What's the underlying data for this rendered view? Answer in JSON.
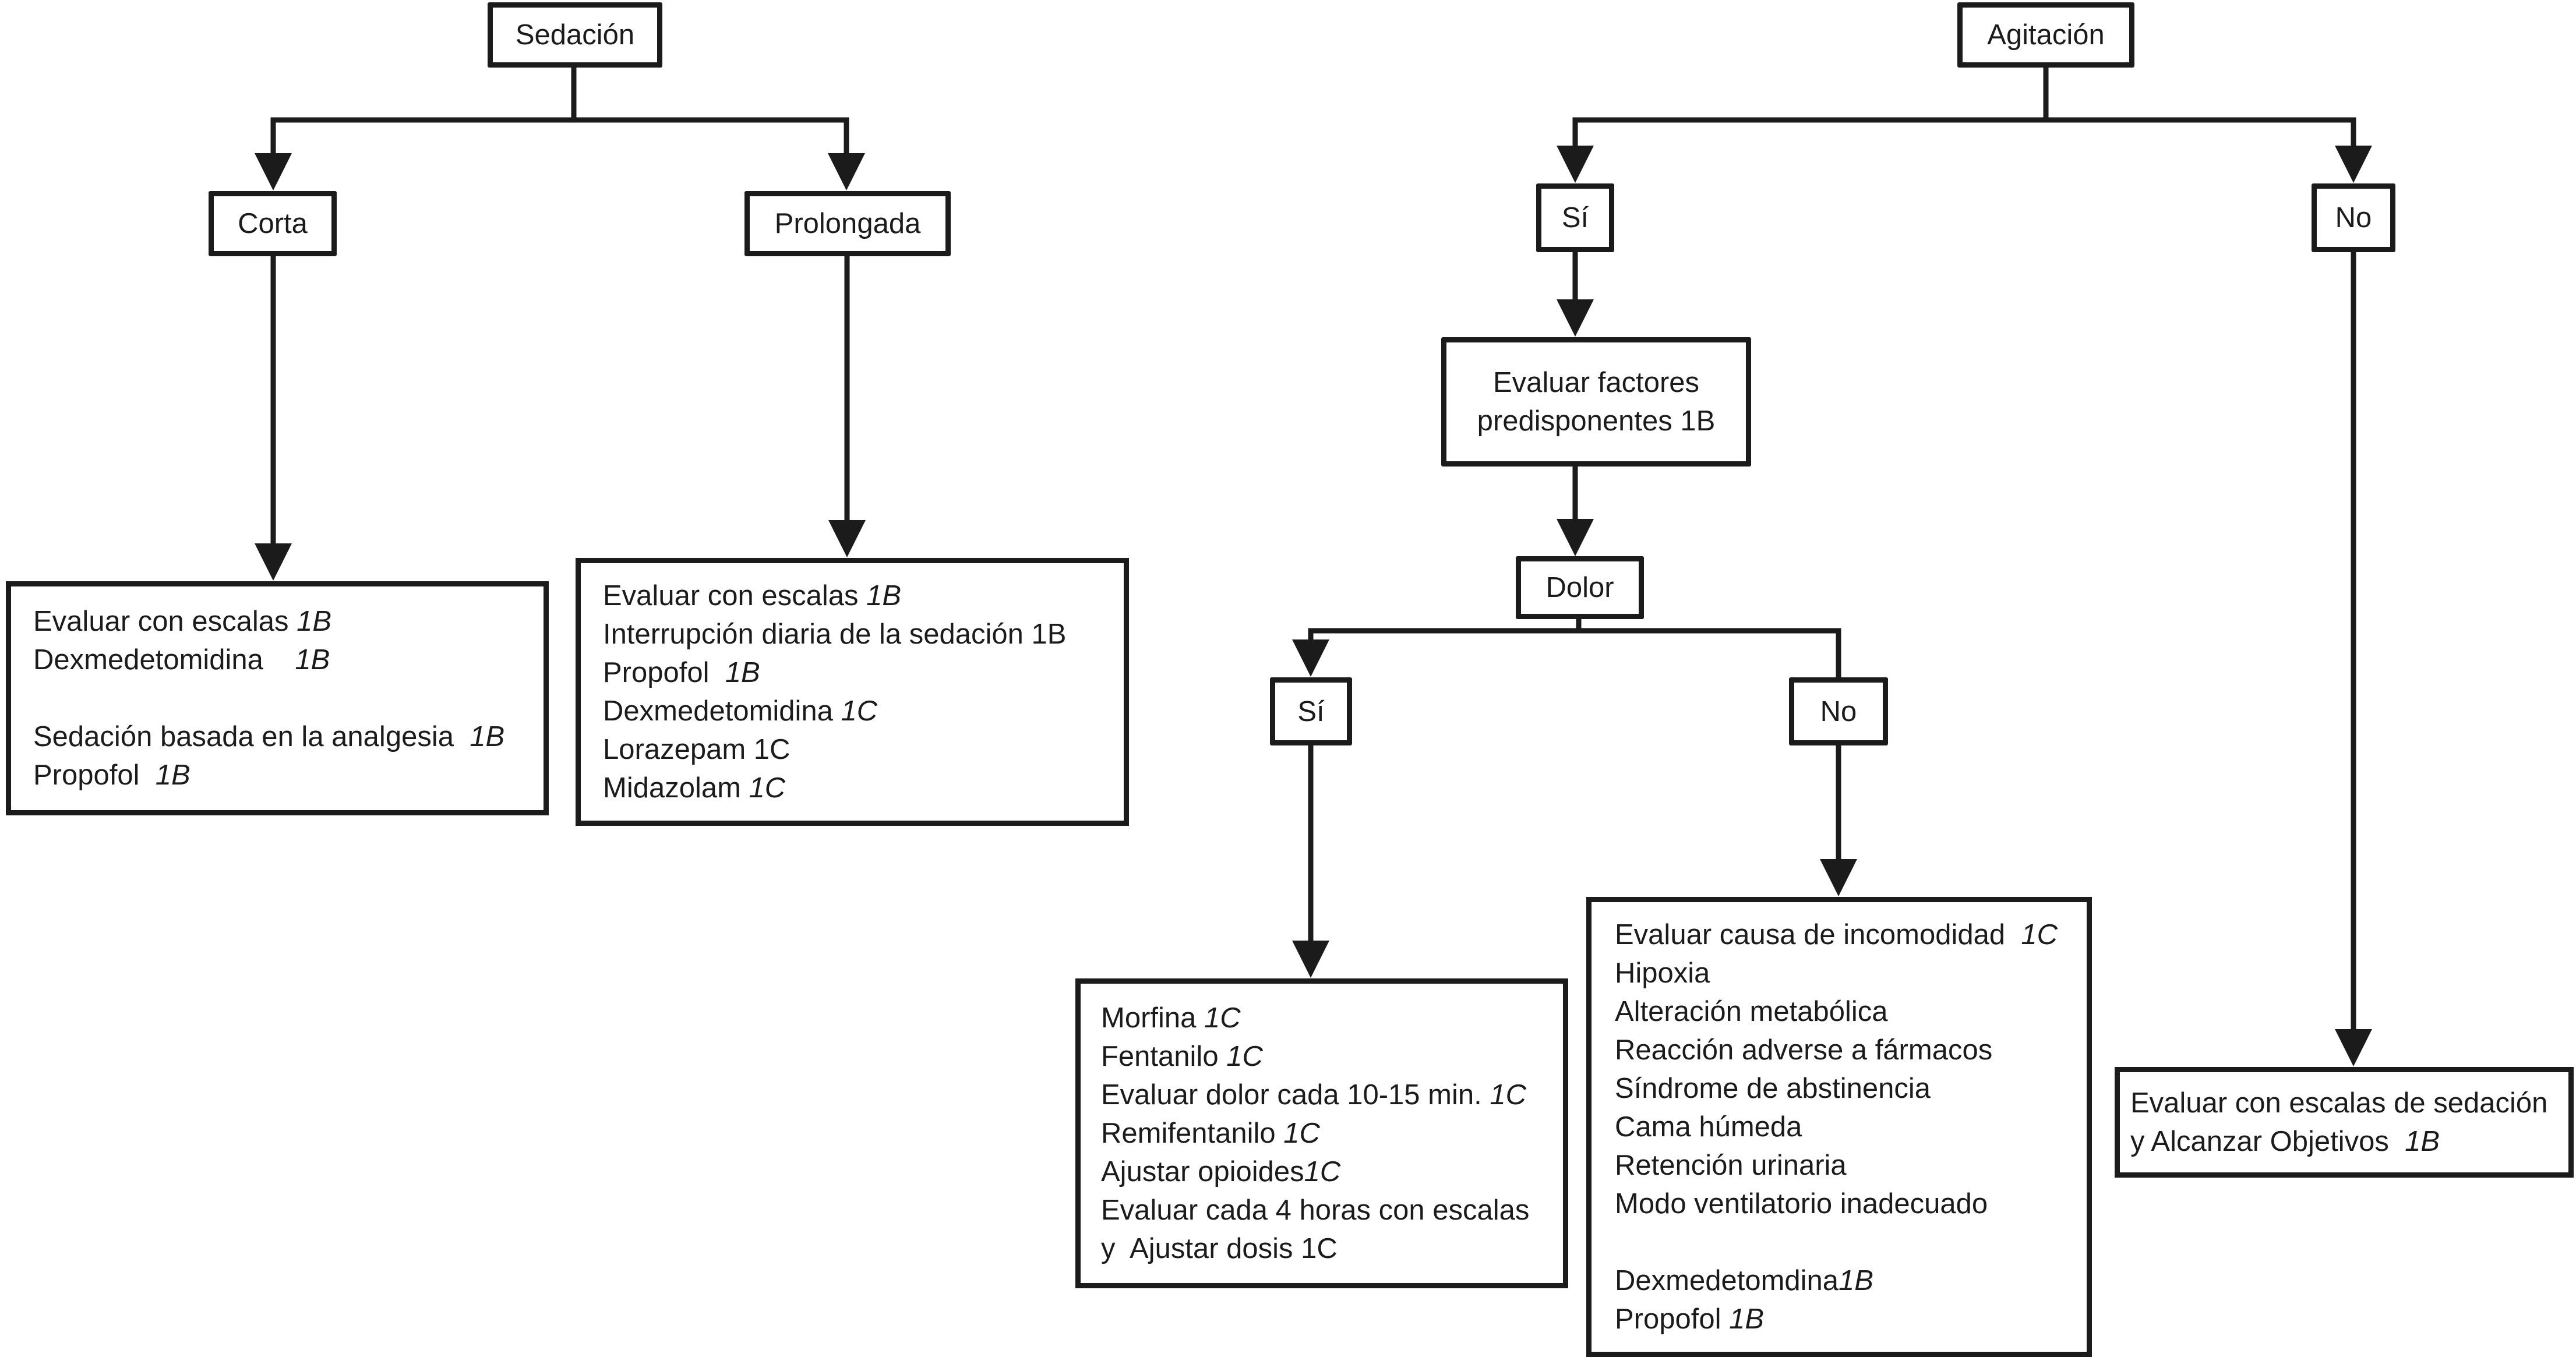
{
  "colors": {
    "stroke": "#1b1b1b",
    "background": "#ffffff"
  },
  "nodes": {
    "sedacion": {
      "label": "Sedación"
    },
    "corta": {
      "label": "Corta"
    },
    "prolongada": {
      "label": "Prolongada"
    },
    "agitacion": {
      "label": "Agitación"
    },
    "si_agitacion": {
      "label": "Sí"
    },
    "no_agitacion": {
      "label": "No"
    },
    "factores": {
      "lines": [
        [
          [
            "Evaluar factores",
            0
          ]
        ],
        [
          [
            "predisponentes 1B",
            0
          ]
        ]
      ]
    },
    "dolor": {
      "label": "Dolor"
    },
    "si_dolor": {
      "label": "Sí"
    },
    "no_dolor": {
      "label": "No"
    }
  },
  "boxes": {
    "corta_outcome": {
      "lines": [
        [
          [
            "Evaluar con escalas ",
            0
          ],
          [
            "1B",
            1
          ]
        ],
        [
          [
            "Dexmedetomidina    ",
            0
          ],
          [
            "1B",
            1
          ]
        ],
        [],
        [
          [
            "Sedación basada en la analgesia  ",
            0
          ],
          [
            "1B",
            1
          ]
        ],
        [
          [
            "Propofol  ",
            0
          ],
          [
            "1B",
            1
          ]
        ]
      ]
    },
    "prolongada_outcome": {
      "lines": [
        [
          [
            "Evaluar con escalas ",
            0
          ],
          [
            "1B",
            1
          ]
        ],
        [
          [
            "Interrupción diaria de la sedación 1B",
            0
          ]
        ],
        [
          [
            "Propofol  ",
            0
          ],
          [
            "1B",
            1
          ]
        ],
        [
          [
            "Dexmedetomidina ",
            0
          ],
          [
            "1C",
            1
          ]
        ],
        [
          [
            "Lorazepam 1C",
            0
          ]
        ],
        [
          [
            "Midazolam ",
            0
          ],
          [
            "1C",
            1
          ]
        ]
      ]
    },
    "dolor_si_outcome": {
      "lines": [
        [
          [
            "Morfina ",
            0
          ],
          [
            "1C",
            1
          ]
        ],
        [
          [
            "Fentanilo ",
            0
          ],
          [
            "1C",
            1
          ]
        ],
        [
          [
            "Evaluar dolor cada 10-15 min. ",
            0
          ],
          [
            "1C",
            1
          ]
        ],
        [
          [
            "Remifentanilo ",
            0
          ],
          [
            "1C",
            1
          ]
        ],
        [
          [
            "Ajustar opioides",
            0
          ],
          [
            "1C",
            1
          ]
        ],
        [
          [
            "Evaluar cada 4 horas con escalas",
            0
          ]
        ],
        [
          [
            "y  Ajustar dosis 1C",
            0
          ]
        ]
      ]
    },
    "dolor_no_outcome": {
      "lines": [
        [
          [
            "Evaluar causa de incomodidad  ",
            0
          ],
          [
            "1C",
            1
          ]
        ],
        [
          [
            "Hipoxia",
            0
          ]
        ],
        [
          [
            "Alteración metabólica",
            0
          ]
        ],
        [
          [
            "Reacción adverse a fármacos",
            0
          ]
        ],
        [
          [
            "Síndrome de abstinencia",
            0
          ]
        ],
        [
          [
            "Cama húmeda",
            0
          ]
        ],
        [
          [
            "Retención urinaria",
            0
          ]
        ],
        [
          [
            "Modo ventilatorio inadecuado",
            0
          ]
        ],
        [],
        [
          [
            "Dexmedetomdina",
            0
          ],
          [
            "1B",
            1
          ]
        ],
        [
          [
            "Propofol ",
            0
          ],
          [
            "1B",
            1
          ]
        ]
      ]
    },
    "agitacion_no_outcome": {
      "lines": [
        [
          [
            "Evaluar con escalas de sedación",
            0
          ]
        ],
        [
          [
            "y Alcanzar Objetivos  ",
            0
          ],
          [
            "1B",
            1
          ]
        ]
      ]
    }
  }
}
